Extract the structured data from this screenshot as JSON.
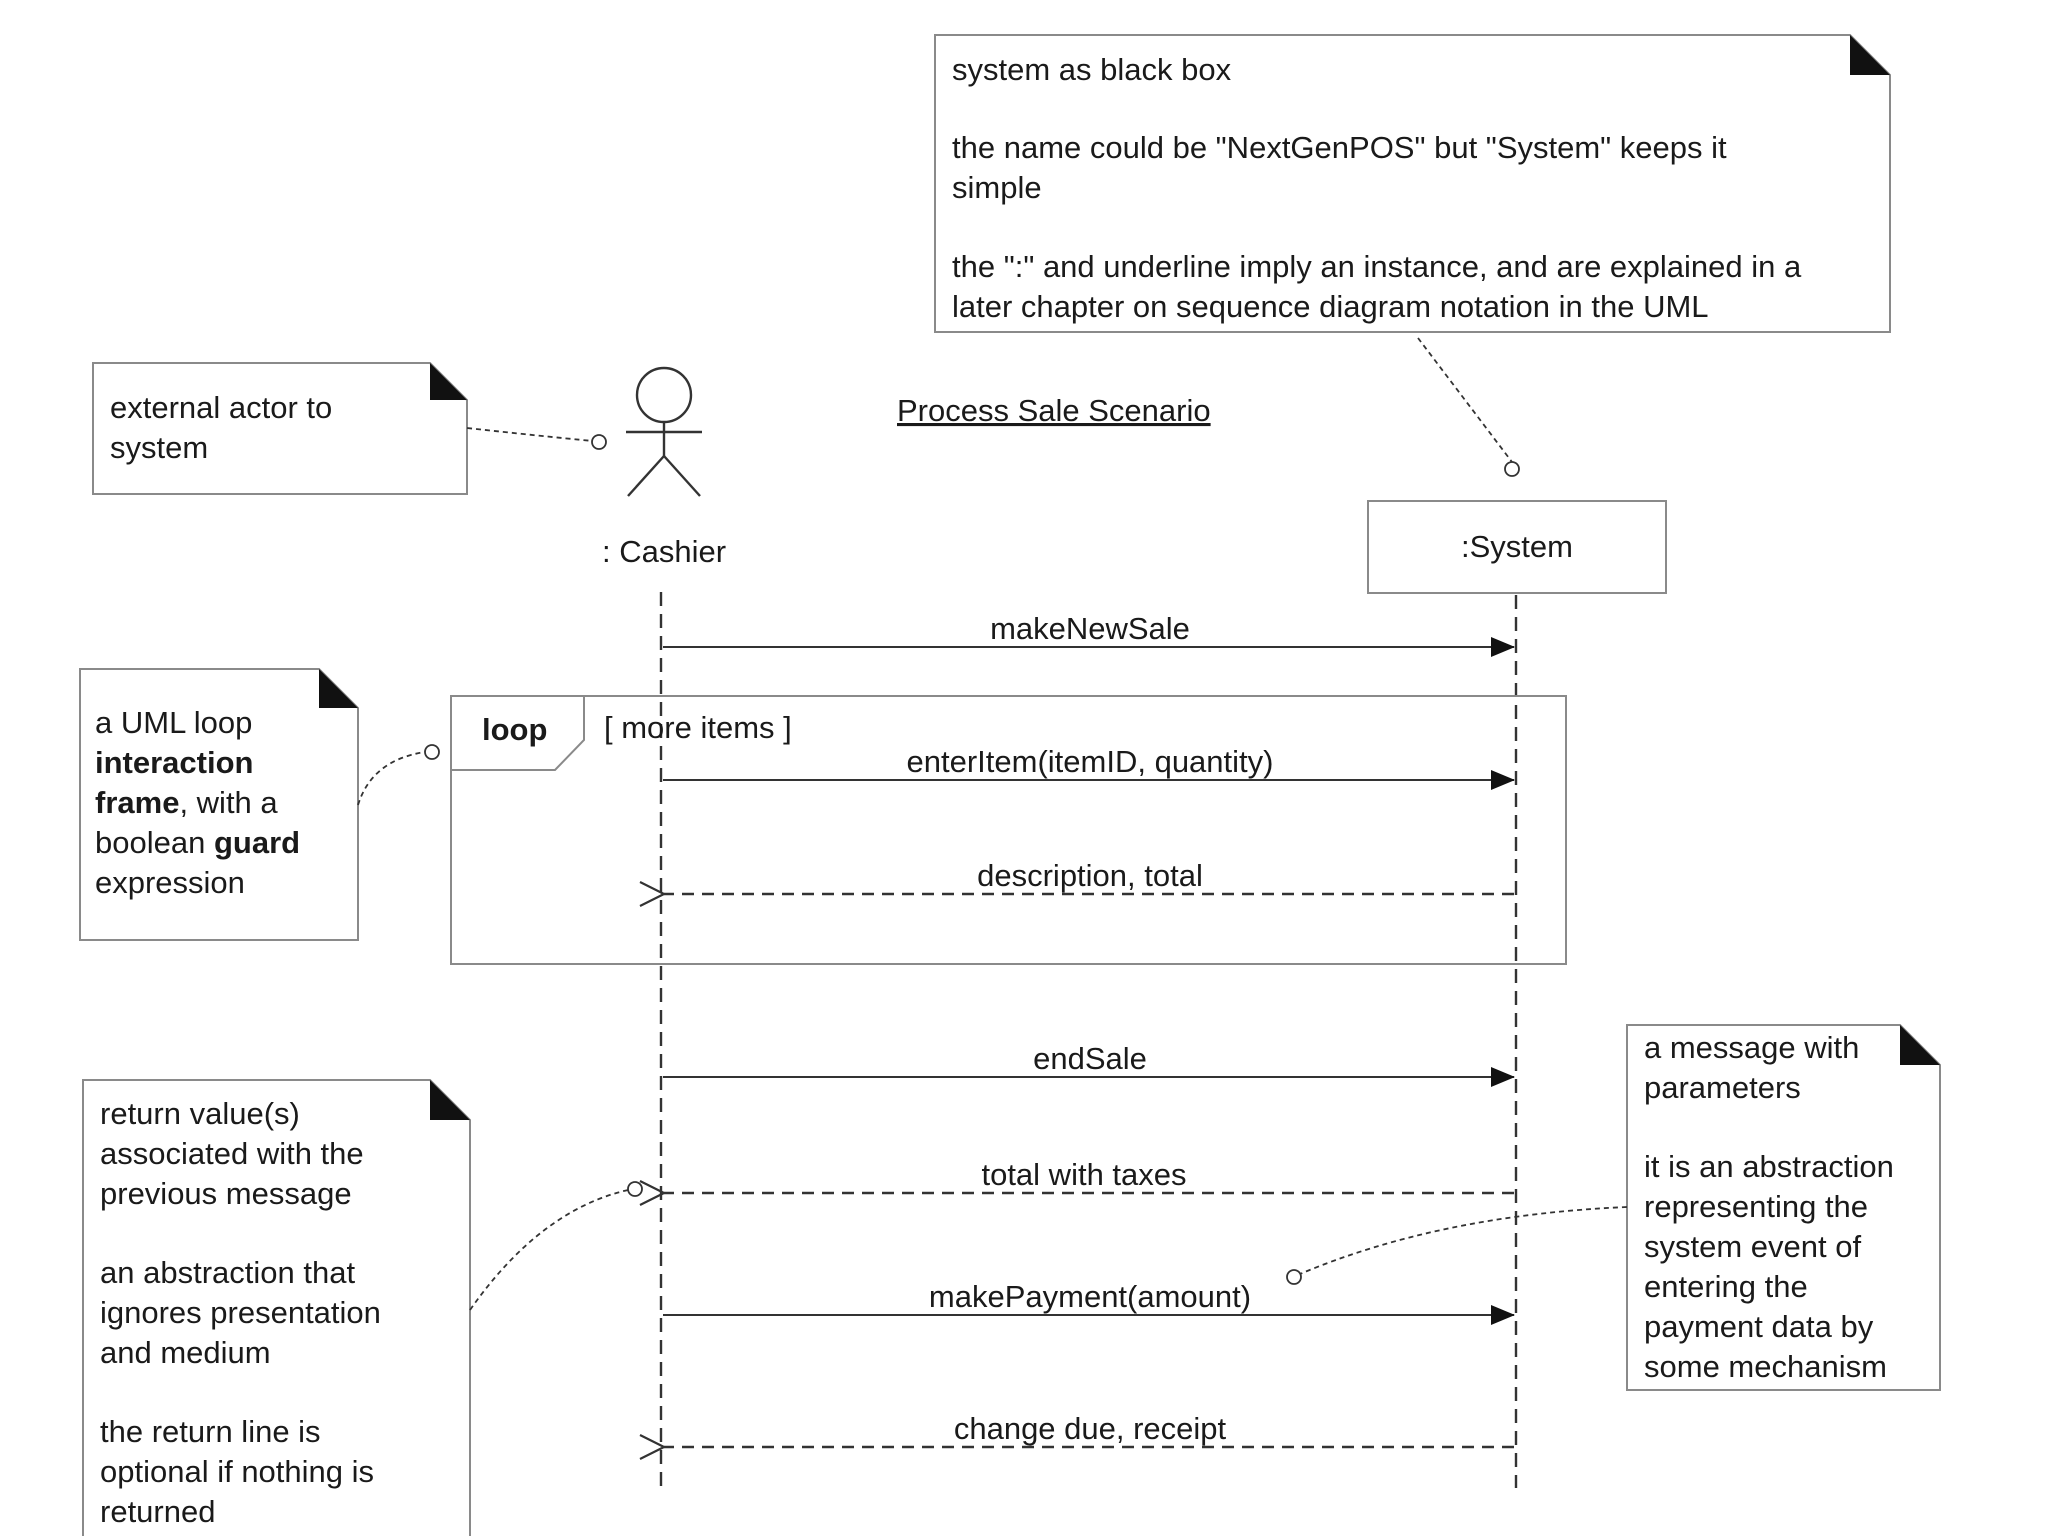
{
  "title": "Process Sale Scenario",
  "participants": {
    "cashier": ": Cashier",
    "system": ":System"
  },
  "messages": [
    {
      "label": "makeNewSale",
      "kind": "sync"
    },
    {
      "label": "enterItem(itemID, quantity)",
      "kind": "sync"
    },
    {
      "label": "description, total",
      "kind": "return"
    },
    {
      "label": "endSale",
      "kind": "sync"
    },
    {
      "label": "total with taxes",
      "kind": "return"
    },
    {
      "label": "makePayment(amount)",
      "kind": "sync"
    },
    {
      "label": "change due, receipt",
      "kind": "return"
    }
  ],
  "loop": {
    "operator": "loop",
    "guard": "[ more items ]"
  },
  "notes": {
    "black_box": {
      "line1": "system as black box",
      "line2": "the name could be \"NextGenPOS\" but \"System\" keeps it",
      "line3": "simple",
      "line4": "the \":\" and underline imply an instance, and are explained in a",
      "line5": "later chapter on sequence diagram notation in the UML"
    },
    "actor": {
      "line1": "external actor to",
      "line2": "system"
    },
    "loop_note": {
      "line1": "a UML loop",
      "line2_bold": "interaction",
      "line3_bold": "frame",
      "line3_rest": ", with a",
      "line4_pre": "boolean ",
      "line4_bold": "guard",
      "line5": "expression"
    },
    "return_note": {
      "line1": "return value(s)",
      "line2": "associated with the",
      "line3": "previous message",
      "line4": "an abstraction that",
      "line5": "ignores presentation",
      "line6": "and medium",
      "line7": "the return line is",
      "line8": "optional if nothing is",
      "line9": "returned"
    },
    "message_note": {
      "line1": "a message with",
      "line2": "parameters",
      "line3": "it is an abstraction",
      "line4": "representing the",
      "line5": "system event of",
      "line6": "entering the",
      "line7": "payment data by",
      "line8": "some mechanism"
    }
  }
}
